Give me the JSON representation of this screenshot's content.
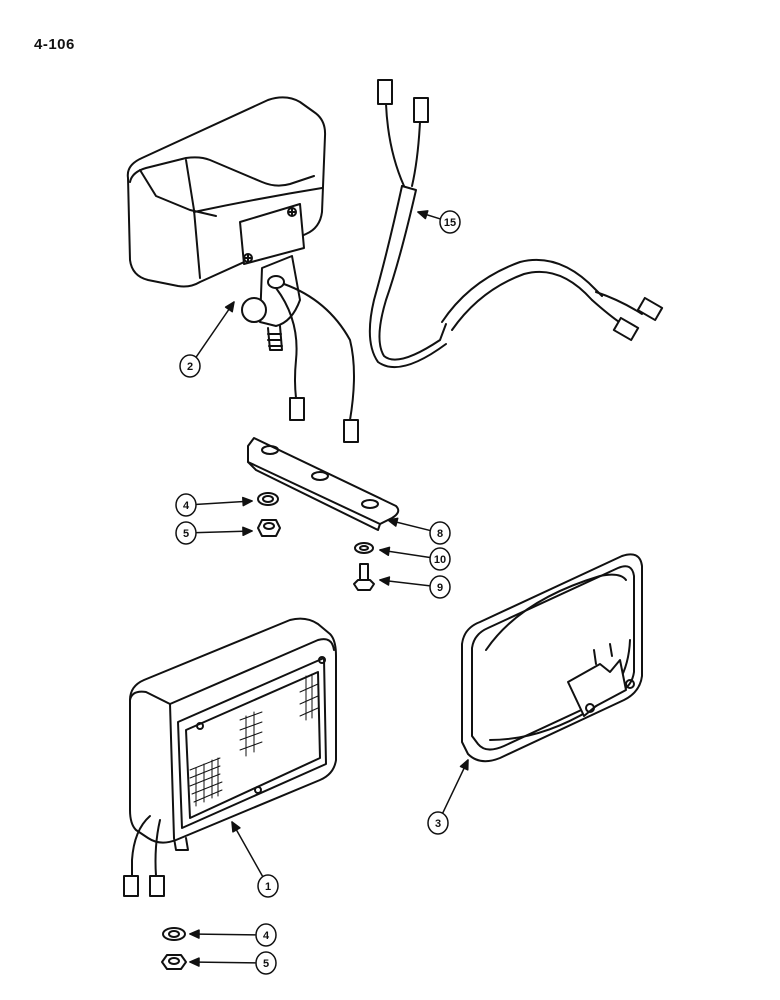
{
  "page": {
    "number": "4-106"
  },
  "colors": {
    "ink": "#111111",
    "paper": "#ffffff"
  },
  "callouts": [
    {
      "id": "c15",
      "label": "15",
      "part": "harness-wire"
    },
    {
      "id": "c2",
      "label": "2",
      "part": "work-lamp-assembly-top"
    },
    {
      "id": "c4a",
      "label": "4",
      "part": "lock-washer"
    },
    {
      "id": "c5a",
      "label": "5",
      "part": "nut"
    },
    {
      "id": "c8",
      "label": "8",
      "part": "mounting-bracket"
    },
    {
      "id": "c10",
      "label": "10",
      "part": "lock-washer-small"
    },
    {
      "id": "c9",
      "label": "9",
      "part": "bolt"
    },
    {
      "id": "c3",
      "label": "3",
      "part": "lamp-housing-open"
    },
    {
      "id": "c1",
      "label": "1",
      "part": "work-lamp-assembly-bottom"
    },
    {
      "id": "c4b",
      "label": "4",
      "part": "lock-washer"
    },
    {
      "id": "c5b",
      "label": "5",
      "part": "nut"
    }
  ]
}
